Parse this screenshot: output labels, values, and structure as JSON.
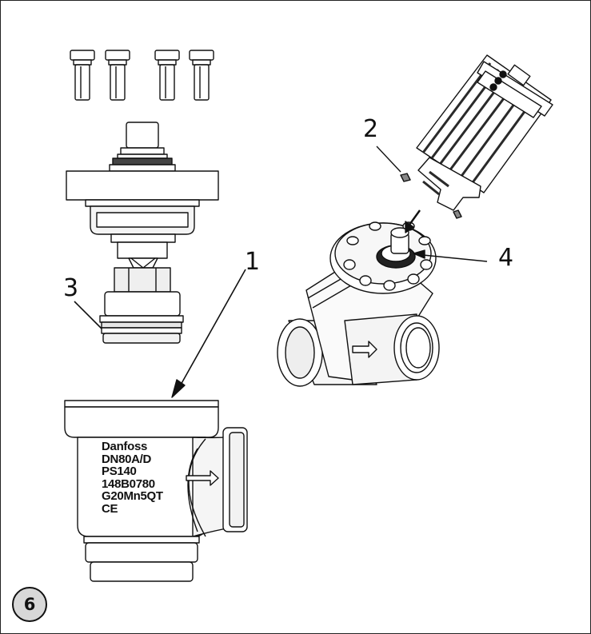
{
  "callouts": {
    "one": "1",
    "two": "2",
    "three": "3",
    "four": "4"
  },
  "step_number": "6",
  "valve_marking": {
    "brand": "Danfoss",
    "size": "DN80A/D",
    "pressure": "PS140",
    "code": "148B0780",
    "material": "G20Mn5QT",
    "mark": "CE"
  },
  "colors": {
    "stroke": "#111111",
    "badge_fill": "#d8d8d8",
    "metal_light": "#ffffff",
    "metal_shade": "#e8e8e8",
    "actuator_dark": "#2a2a2a"
  }
}
